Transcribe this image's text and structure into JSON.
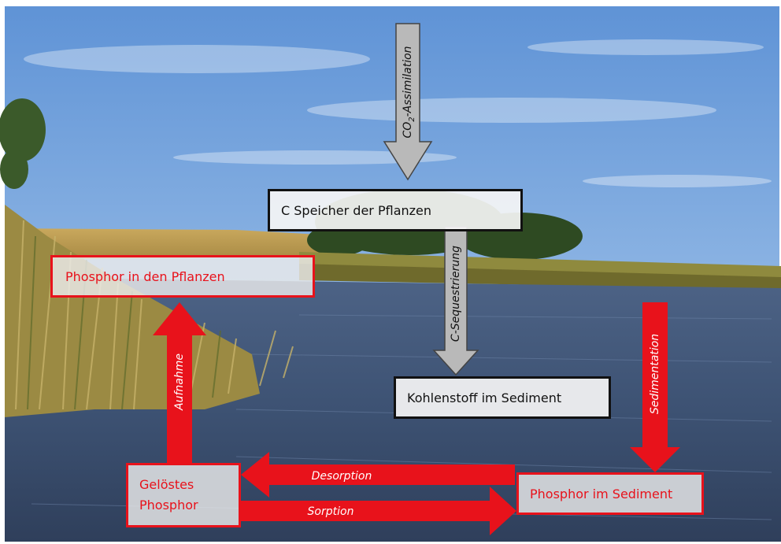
{
  "nodes": {
    "c_storage": "C Speicher der Pflanzen",
    "carbon_sediment": "Kohlenstoff im Sediment",
    "phosphor_plants": "Phosphor in den Pflanzen",
    "dissolved_phosphor_line1": "Gelöstes",
    "dissolved_phosphor_line2": "Phosphor",
    "phosphor_sediment": "Phosphor im Sediment"
  },
  "arrows": {
    "co2_assimilation_prefix": "CO",
    "co2_assimilation_sub": "2",
    "co2_assimilation_suffix": "-Assimilation",
    "c_sequestration": "C-Sequestrierung",
    "uptake": "Aufnahme",
    "sedimentation": "Sedimentation",
    "desorption": "Desorption",
    "sorption": "Sorption"
  },
  "colors": {
    "red": "#e8121b",
    "gray_arrow": "#b9b9b9"
  }
}
